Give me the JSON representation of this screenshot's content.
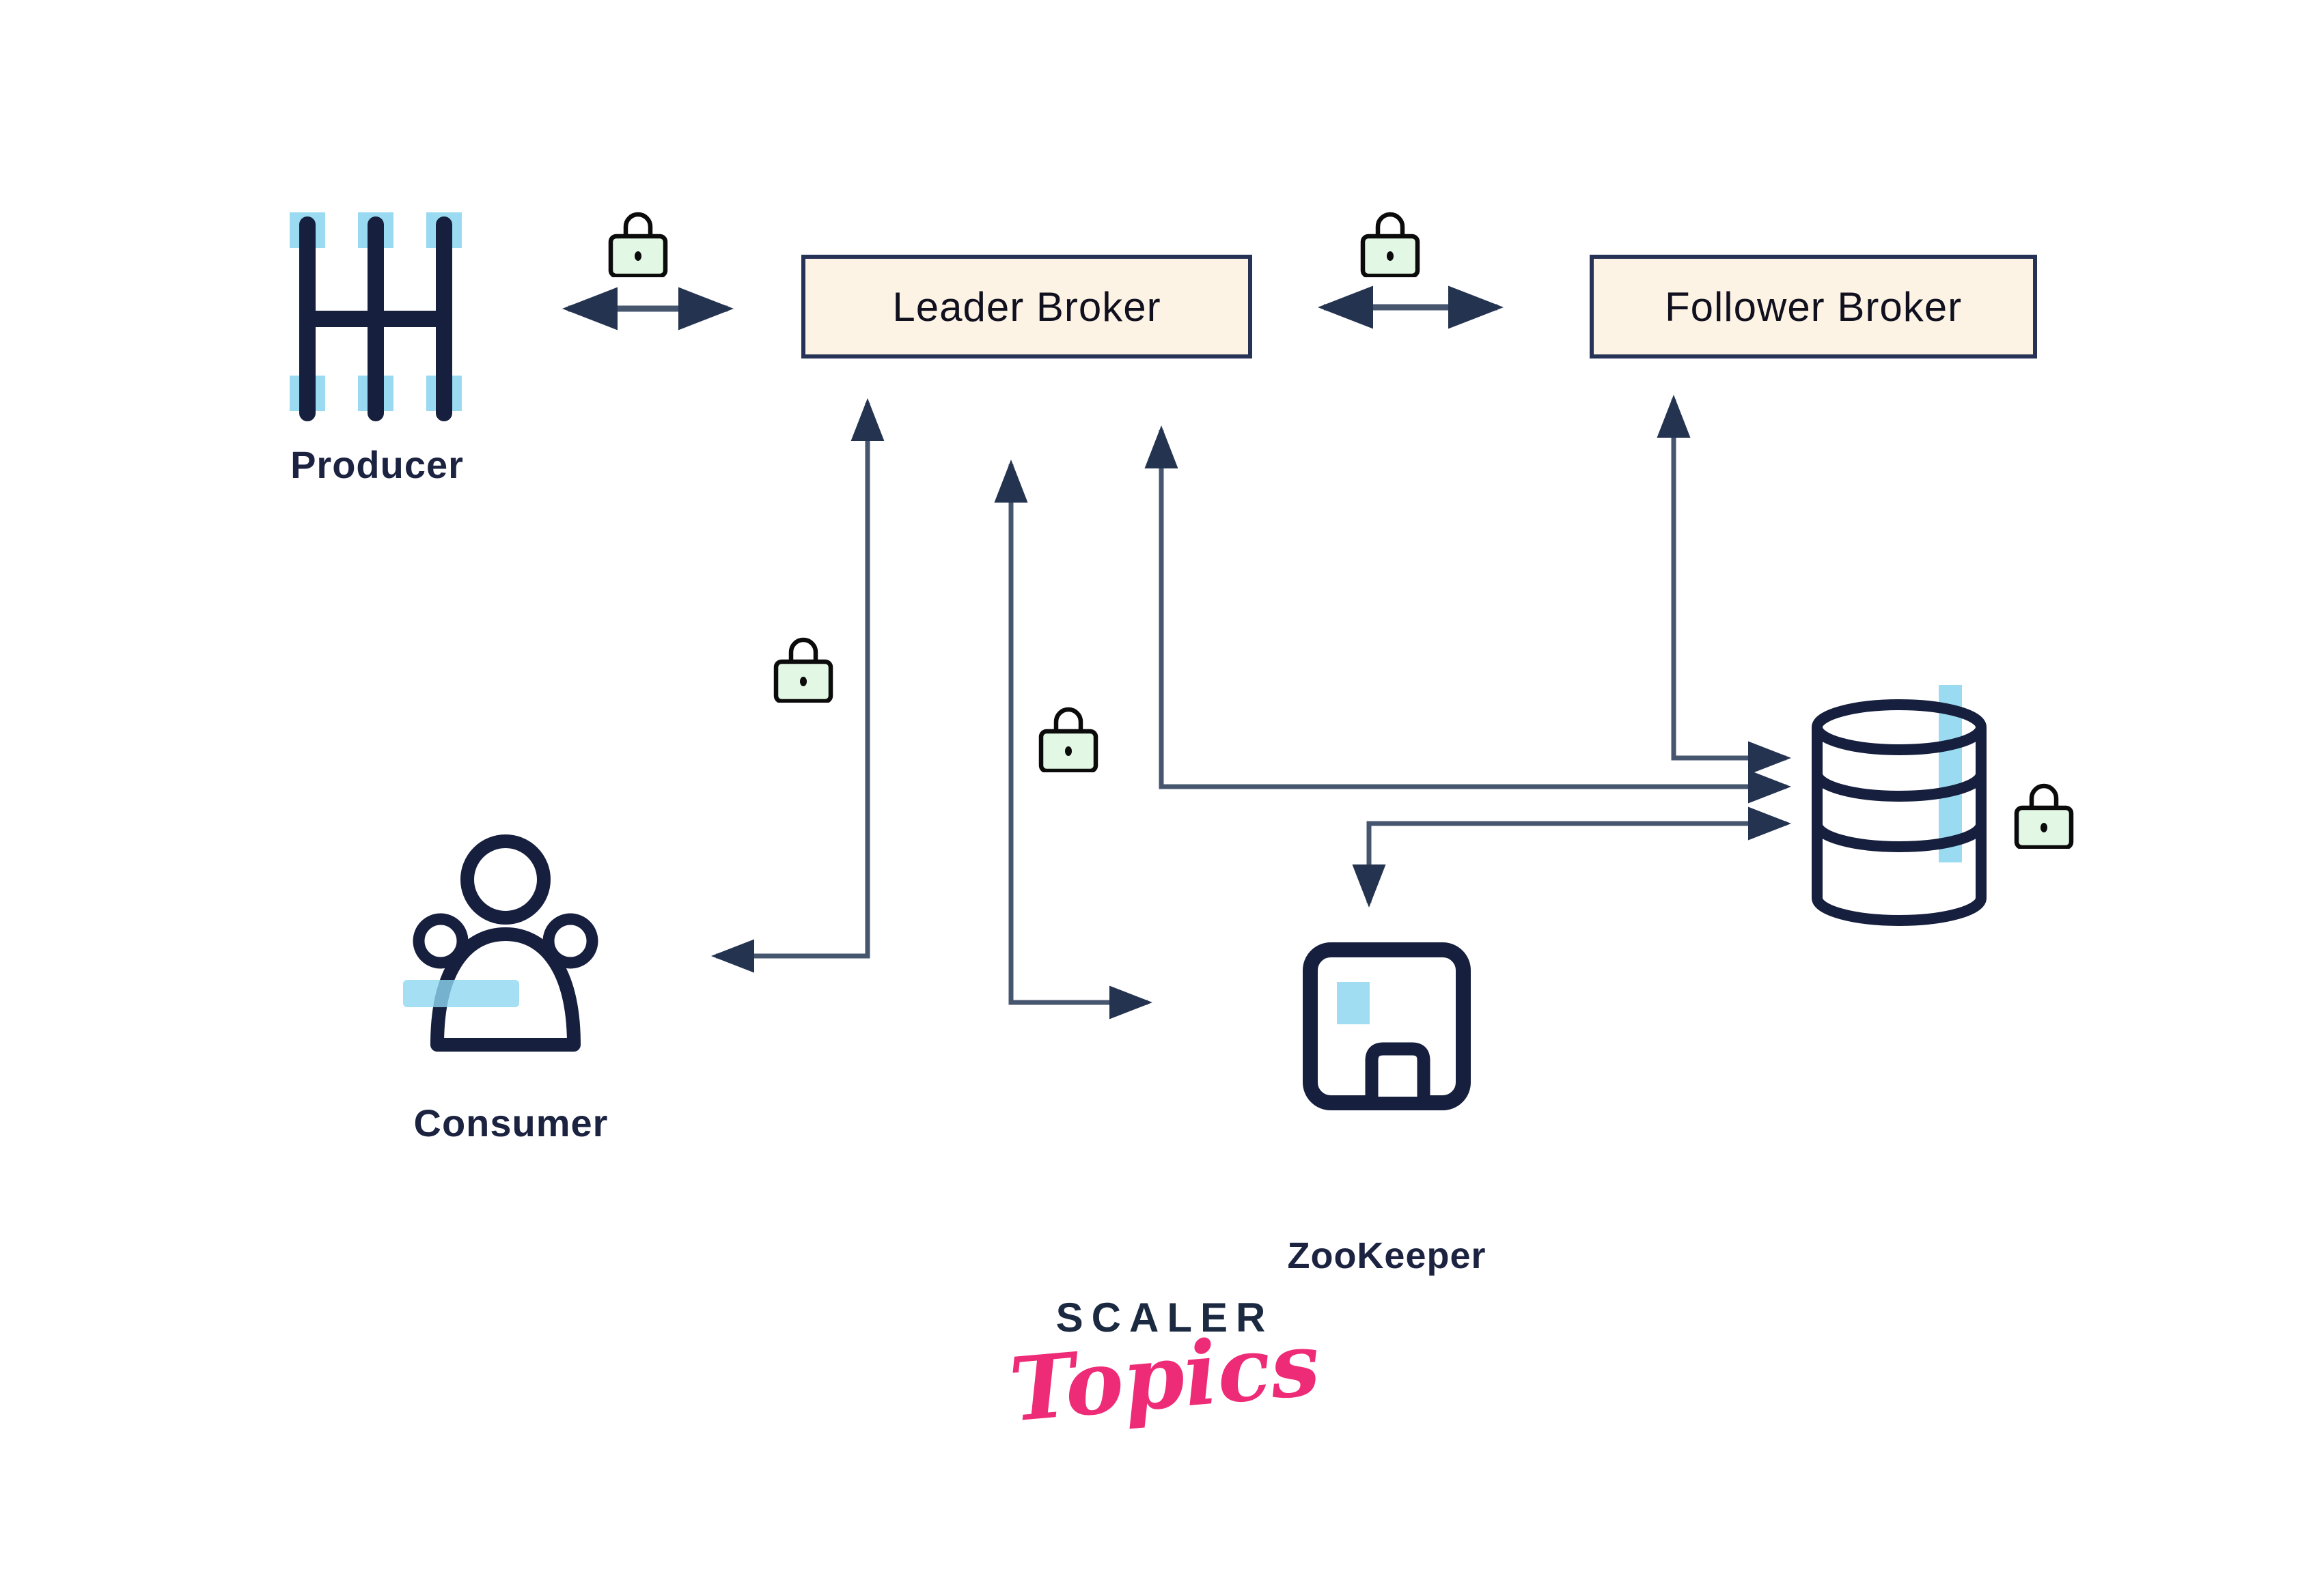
{
  "nodes": {
    "producer": {
      "label": "Producer"
    },
    "leader_broker": {
      "label": "Leader Broker"
    },
    "follower_broker": {
      "label": "Follower Broker"
    },
    "consumer": {
      "label": "Consumer"
    },
    "zookeeper": {
      "label": "ZooKeeper"
    }
  },
  "logo": {
    "brand": "SCALER",
    "script": "Topics"
  },
  "icons": {
    "producer": "pipeline-icon",
    "consumer": "users-icon",
    "zookeeper": "door-icon",
    "database": "database-icon",
    "security": "lock-icon"
  },
  "colors": {
    "bg": "#ffffff",
    "ink": "#161f3d",
    "line": "#46566f",
    "arrowhead": "#243350",
    "box-fill": "#fdf3e5",
    "box-border": "#273356",
    "box-text": "#10101e",
    "label-text": "#1b2340",
    "lock-fill": "#e2f8e4",
    "lock-stroke": "#0b0b0b",
    "accent-blue": "#8fd7f1",
    "brand-navy": "#1b2a41",
    "brand-pink": "#ee2b76"
  }
}
